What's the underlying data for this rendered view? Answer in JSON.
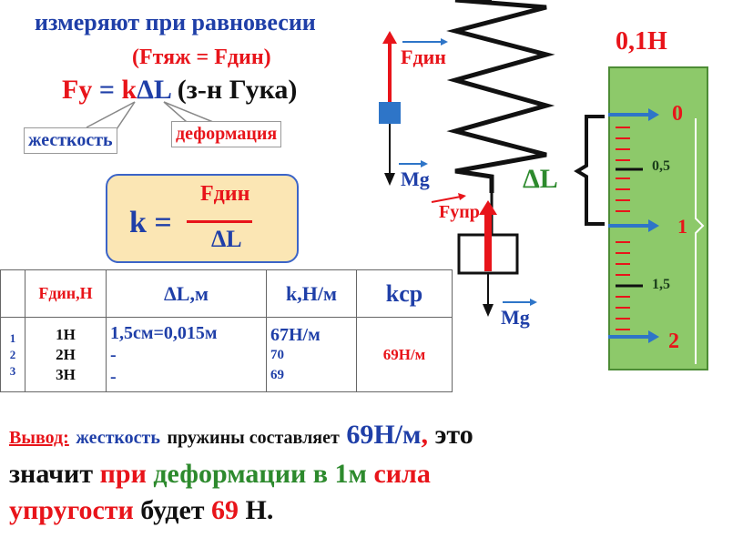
{
  "header": {
    "title": "измеряют при равновесии",
    "equilibrium": "(Fтяж = Fдин)"
  },
  "hooke": {
    "lhs": "Fy",
    "eq": "=",
    "k": "k",
    "dl": "ΔL",
    "note": "(з-н Гука)",
    "label_stiffness": "жесткость",
    "label_deformation": "деформация"
  },
  "formula": {
    "lhs": "k =",
    "numerator": "Fдин",
    "denominator": "ΔL"
  },
  "spring": {
    "f_dyn_label": "Fдин",
    "mg_top_label": "Mg",
    "f_upr_label": "Fупр",
    "mg_bottom_label": "Mg",
    "delta_l_label": "ΔL"
  },
  "ruler": {
    "scale_label": "0,1Н",
    "ticks": [
      "0",
      "0,5",
      "1",
      "1,5",
      "2"
    ]
  },
  "table": {
    "headers": [
      "Fдин,Н",
      "ΔL,м",
      "k,Н/м",
      "kср"
    ],
    "row_numbers": [
      "1",
      "2",
      "3"
    ],
    "forces": [
      "1Н",
      "2Н",
      "3Н"
    ],
    "deltas": [
      "1,5см=0,015м",
      "-",
      "-"
    ],
    "k_values": [
      "67Н/м",
      "70",
      "69"
    ],
    "k_avg": "69Н/м"
  },
  "conclusion": {
    "lead": "Вывод:",
    "w1": "жесткость",
    "w2": "пружины  составляет",
    "w3": "69Н/м",
    "w4": ", это",
    "w5": "значит",
    "w6": "при",
    "w7": "деформации в 1м",
    "w8": "сила",
    "w9": "упругости",
    "w10": "будет",
    "w11": "69",
    "w12": "Н."
  },
  "colors": {
    "blue": "#1f3fa8",
    "red": "#e8141a",
    "green": "#2d8a2d",
    "ruler_bg": "#8dc96a",
    "formula_bg": "#fbe6b4"
  }
}
